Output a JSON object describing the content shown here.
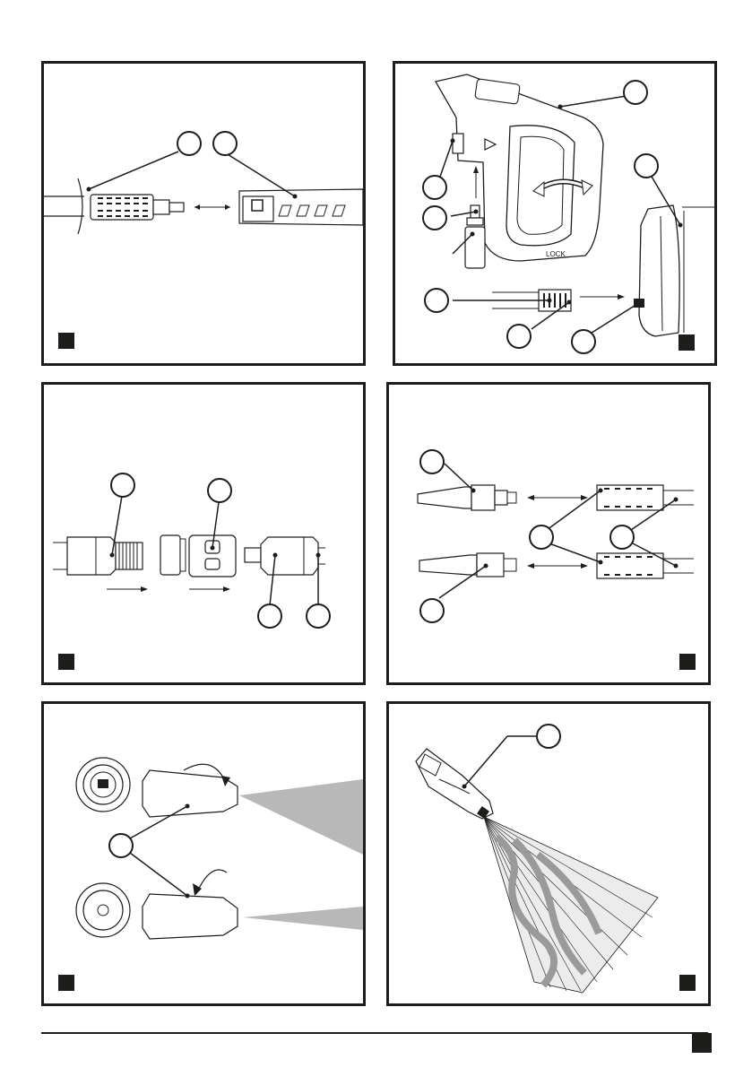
{
  "figures": [
    {
      "id": "fig-1"
    },
    {
      "id": "fig-2",
      "handle_text": "LOCK"
    },
    {
      "id": "fig-3"
    },
    {
      "id": "fig-4"
    },
    {
      "id": "fig-5"
    },
    {
      "id": "fig-6"
    }
  ],
  "colors": {
    "line": "#1d1d1b",
    "marker": "#1d1d1b",
    "spray": "#b8b8b8"
  }
}
